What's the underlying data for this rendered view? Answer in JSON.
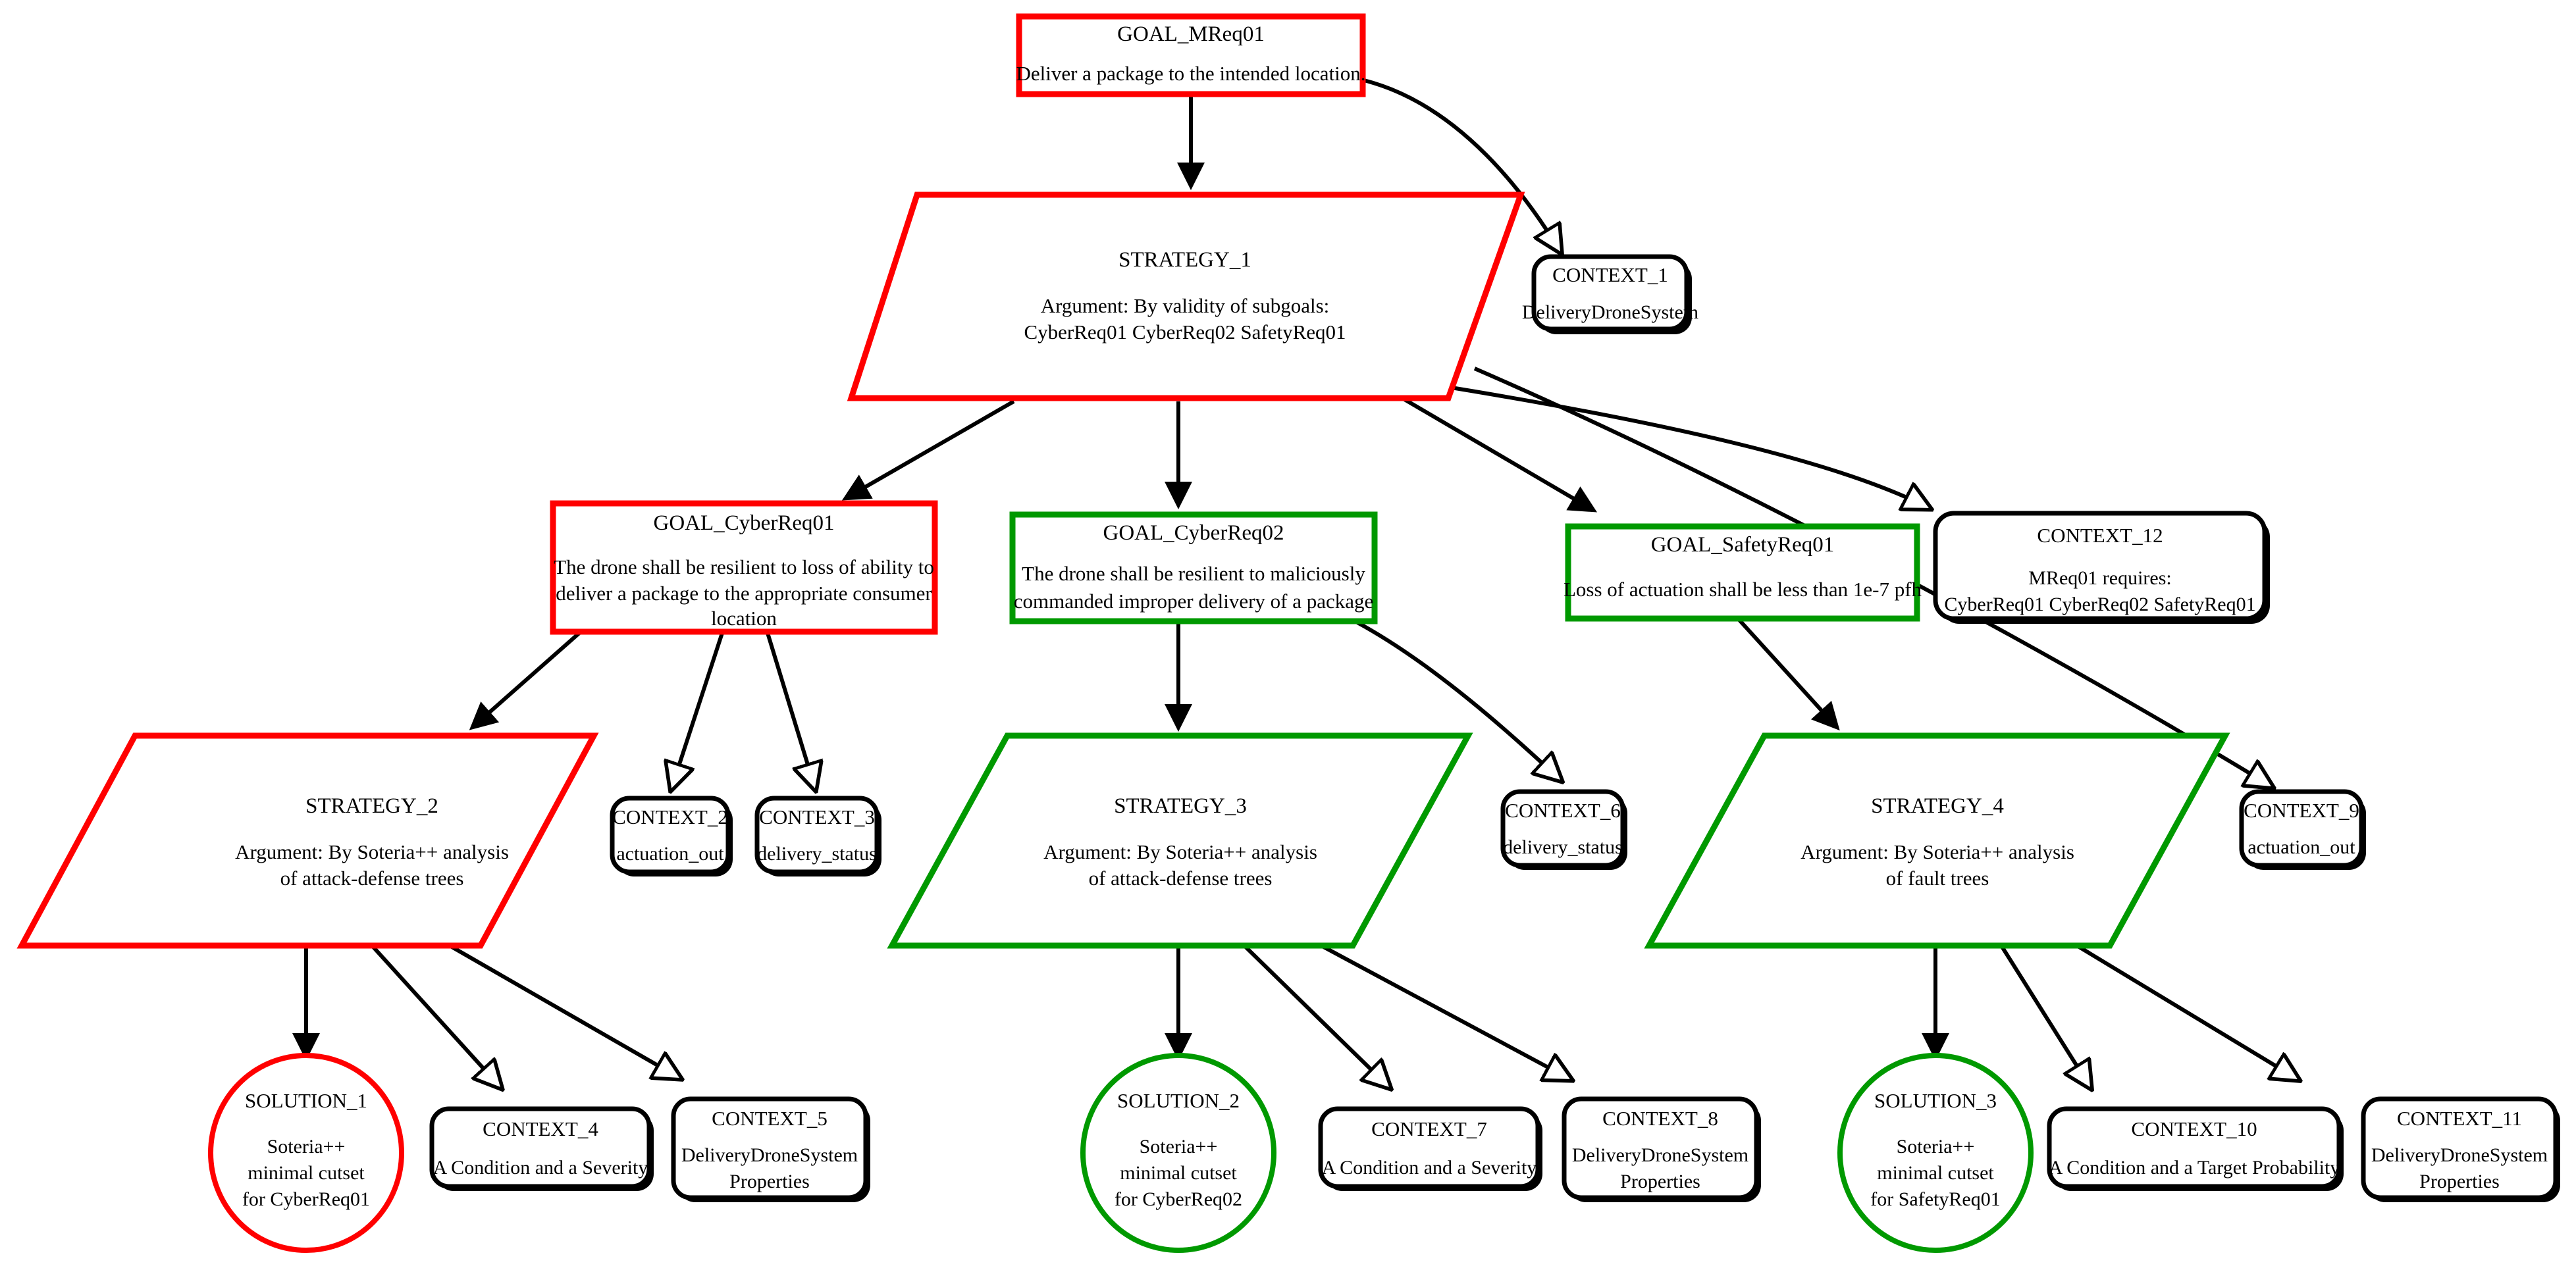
{
  "diagram": {
    "type": "gsn-assurance-case",
    "colors": {
      "goal_fail": "#ff0000",
      "goal_pass": "#009900",
      "edge": "#000000",
      "context_border": "#000000",
      "background": "#ffffff"
    },
    "nodes": [
      {
        "id": "GOAL_MReq01",
        "kind": "goal",
        "title": "GOAL_MReq01",
        "body": [
          "Deliver a package to the intended location."
        ],
        "status_color": "#ff0000"
      },
      {
        "id": "STRATEGY_1",
        "kind": "strategy",
        "title": "STRATEGY_1",
        "body": [
          "Argument: By validity of subgoals:",
          "CyberReq01 CyberReq02 SafetyReq01"
        ],
        "status_color": "#ff0000"
      },
      {
        "id": "CONTEXT_1",
        "kind": "context",
        "title": "CONTEXT_1",
        "body": [
          "DeliveryDroneSystem"
        ],
        "status_color": "#000000"
      },
      {
        "id": "GOAL_CyberReq01",
        "kind": "goal",
        "title": "GOAL_CyberReq01",
        "body": [
          "The drone shall be resilient to loss of ability to",
          "deliver a package to the appropriate consumer",
          "location"
        ],
        "status_color": "#ff0000"
      },
      {
        "id": "GOAL_CyberReq02",
        "kind": "goal",
        "title": "GOAL_CyberReq02",
        "body": [
          "The drone shall be resilient to maliciously",
          "commanded improper delivery of a package"
        ],
        "status_color": "#009900"
      },
      {
        "id": "GOAL_SafetyReq01",
        "kind": "goal",
        "title": "GOAL_SafetyReq01",
        "body": [
          "Loss of actuation shall be less than  1e-7 pfh"
        ],
        "status_color": "#009900"
      },
      {
        "id": "CONTEXT_12",
        "kind": "context",
        "title": "CONTEXT_12",
        "body": [
          "MReq01 requires:",
          "CyberReq01 CyberReq02 SafetyReq01"
        ],
        "status_color": "#000000"
      },
      {
        "id": "STRATEGY_2",
        "kind": "strategy",
        "title": "STRATEGY_2",
        "body": [
          "Argument: By Soteria++ analysis",
          "of attack-defense trees"
        ],
        "status_color": "#ff0000"
      },
      {
        "id": "CONTEXT_2",
        "kind": "context",
        "title": "CONTEXT_2",
        "body": [
          "actuation_out"
        ],
        "status_color": "#000000"
      },
      {
        "id": "CONTEXT_3",
        "kind": "context",
        "title": "CONTEXT_3",
        "body": [
          "delivery_status"
        ],
        "status_color": "#000000"
      },
      {
        "id": "STRATEGY_3",
        "kind": "strategy",
        "title": "STRATEGY_3",
        "body": [
          "Argument: By Soteria++ analysis",
          "of attack-defense trees"
        ],
        "status_color": "#009900"
      },
      {
        "id": "CONTEXT_6",
        "kind": "context",
        "title": "CONTEXT_6",
        "body": [
          "delivery_status"
        ],
        "status_color": "#000000"
      },
      {
        "id": "STRATEGY_4",
        "kind": "strategy",
        "title": "STRATEGY_4",
        "body": [
          "Argument: By Soteria++ analysis",
          "of fault trees"
        ],
        "status_color": "#009900"
      },
      {
        "id": "CONTEXT_9",
        "kind": "context",
        "title": "CONTEXT_9",
        "body": [
          "actuation_out"
        ],
        "status_color": "#000000"
      },
      {
        "id": "SOLUTION_1",
        "kind": "solution",
        "title": "SOLUTION_1",
        "body": [
          "Soteria++",
          "minimal cutset",
          "for CyberReq01"
        ],
        "status_color": "#ff0000"
      },
      {
        "id": "CONTEXT_4",
        "kind": "context",
        "title": "CONTEXT_4",
        "body": [
          "A Condition and a Severity"
        ],
        "status_color": "#000000"
      },
      {
        "id": "CONTEXT_5",
        "kind": "context",
        "title": "CONTEXT_5",
        "body": [
          "DeliveryDroneSystem",
          "Properties"
        ],
        "status_color": "#000000"
      },
      {
        "id": "SOLUTION_2",
        "kind": "solution",
        "title": "SOLUTION_2",
        "body": [
          "Soteria++",
          "minimal cutset",
          "for CyberReq02"
        ],
        "status_color": "#009900"
      },
      {
        "id": "CONTEXT_7",
        "kind": "context",
        "title": "CONTEXT_7",
        "body": [
          "A Condition and a Severity"
        ],
        "status_color": "#000000"
      },
      {
        "id": "CONTEXT_8",
        "kind": "context",
        "title": "CONTEXT_8",
        "body": [
          "DeliveryDroneSystem",
          "Properties"
        ],
        "status_color": "#000000"
      },
      {
        "id": "SOLUTION_3",
        "kind": "solution",
        "title": "SOLUTION_3",
        "body": [
          "Soteria++",
          "minimal cutset",
          "for SafetyReq01"
        ],
        "status_color": "#009900"
      },
      {
        "id": "CONTEXT_10",
        "kind": "context",
        "title": "CONTEXT_10",
        "body": [
          "A Condition and a Target Probability"
        ],
        "status_color": "#000000"
      },
      {
        "id": "CONTEXT_11",
        "kind": "context",
        "title": "CONTEXT_11",
        "body": [
          "DeliveryDroneSystem",
          "Properties"
        ],
        "status_color": "#000000"
      }
    ],
    "edges": [
      {
        "from": "GOAL_MReq01",
        "to": "STRATEGY_1",
        "arrow": "solid"
      },
      {
        "from": "GOAL_MReq01",
        "to": "CONTEXT_1",
        "arrow": "hollow"
      },
      {
        "from": "STRATEGY_1",
        "to": "GOAL_CyberReq01",
        "arrow": "solid"
      },
      {
        "from": "STRATEGY_1",
        "to": "GOAL_CyberReq02",
        "arrow": "solid"
      },
      {
        "from": "STRATEGY_1",
        "to": "GOAL_SafetyReq01",
        "arrow": "solid"
      },
      {
        "from": "STRATEGY_1",
        "to": "CONTEXT_12",
        "arrow": "hollow"
      },
      {
        "from": "STRATEGY_1",
        "to": "CONTEXT_9",
        "arrow": "hollow"
      },
      {
        "from": "GOAL_CyberReq01",
        "to": "STRATEGY_2",
        "arrow": "solid"
      },
      {
        "from": "GOAL_CyberReq01",
        "to": "CONTEXT_2",
        "arrow": "hollow"
      },
      {
        "from": "GOAL_CyberReq01",
        "to": "CONTEXT_3",
        "arrow": "hollow"
      },
      {
        "from": "GOAL_CyberReq02",
        "to": "STRATEGY_3",
        "arrow": "solid"
      },
      {
        "from": "GOAL_CyberReq02",
        "to": "CONTEXT_6",
        "arrow": "hollow"
      },
      {
        "from": "GOAL_SafetyReq01",
        "to": "STRATEGY_4",
        "arrow": "solid"
      },
      {
        "from": "STRATEGY_2",
        "to": "SOLUTION_1",
        "arrow": "solid"
      },
      {
        "from": "STRATEGY_2",
        "to": "CONTEXT_4",
        "arrow": "hollow"
      },
      {
        "from": "STRATEGY_2",
        "to": "CONTEXT_5",
        "arrow": "hollow"
      },
      {
        "from": "STRATEGY_3",
        "to": "SOLUTION_2",
        "arrow": "solid"
      },
      {
        "from": "STRATEGY_3",
        "to": "CONTEXT_7",
        "arrow": "hollow"
      },
      {
        "from": "STRATEGY_3",
        "to": "CONTEXT_8",
        "arrow": "hollow"
      },
      {
        "from": "STRATEGY_4",
        "to": "SOLUTION_3",
        "arrow": "solid"
      },
      {
        "from": "STRATEGY_4",
        "to": "CONTEXT_10",
        "arrow": "hollow"
      },
      {
        "from": "STRATEGY_4",
        "to": "CONTEXT_11",
        "arrow": "hollow"
      }
    ]
  }
}
